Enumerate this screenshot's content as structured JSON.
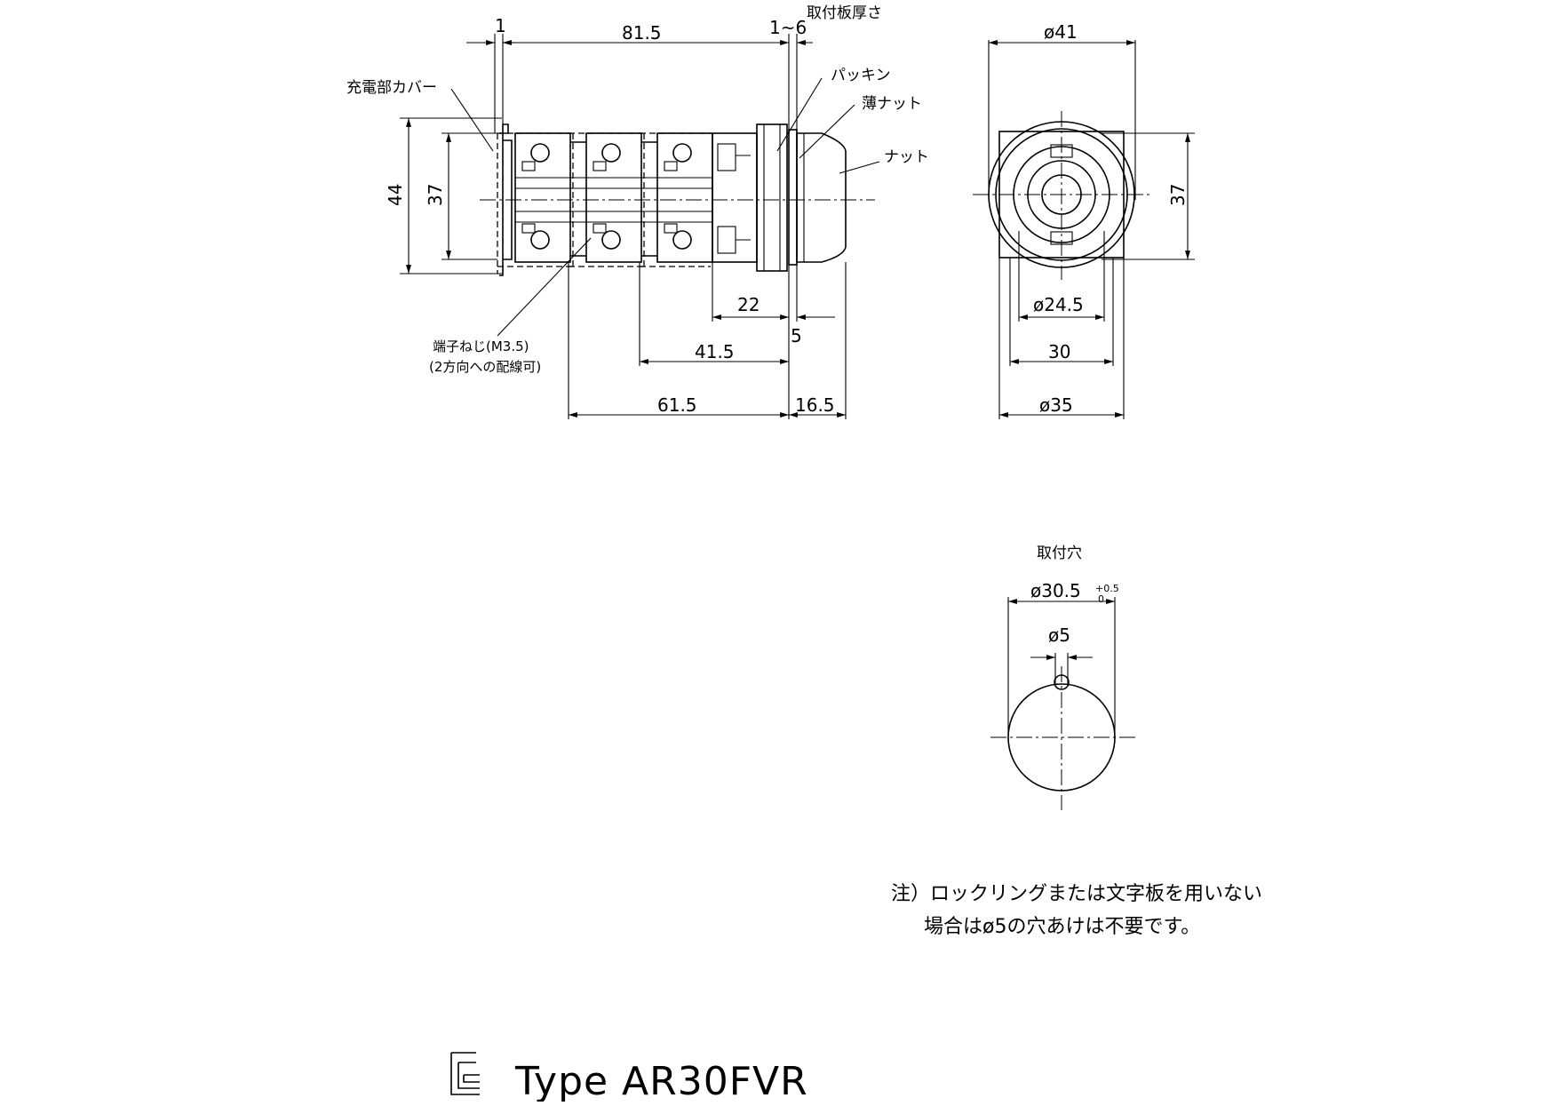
{
  "side_view": {
    "dim_1": "1",
    "dim_81_5": "81.5",
    "dim_1_6": "1~6",
    "label_plate_thickness": "取付板厚さ",
    "label_charge_cover": "充電部カバー",
    "label_packing": "パッキン",
    "label_thin_nut": "薄ナット",
    "label_nut": "ナット",
    "dim_44": "44",
    "dim_37": "37",
    "dim_22": "22",
    "dim_5": "5",
    "dim_41_5": "41.5",
    "dim_61_5": "61.5",
    "dim_16_5": "16.5",
    "label_terminal_screw": "端子ねじ(M3.5)",
    "label_terminal_note": "(2方向への配線可)"
  },
  "front_view": {
    "dim_d41": "ø41",
    "dim_37": "37",
    "dim_d24_5": "ø24.5",
    "dim_30": "30",
    "dim_d35": "ø35"
  },
  "mount_hole": {
    "title": "取付穴",
    "dim_d30_5": "ø30.5",
    "tol_plus": "+0.5",
    "tol_zero": "0",
    "dim_d5": "ø5"
  },
  "note": {
    "line1": "注）ロックリングまたは文字板を用いない",
    "line2": "場合はø5の穴あけは不要です。"
  },
  "type_label": "Type AR30FVR"
}
